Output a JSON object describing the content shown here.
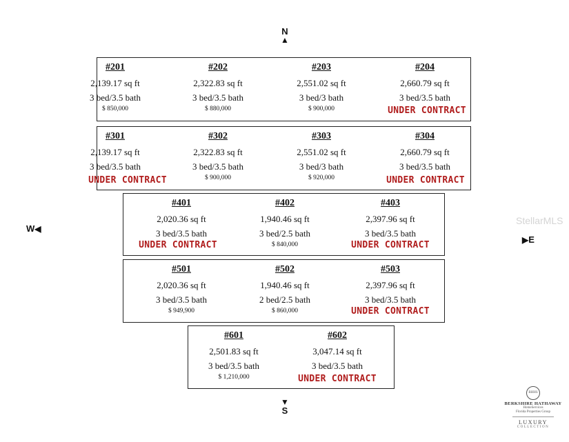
{
  "compass": {
    "north": "N",
    "south": "S",
    "west": "W",
    "east": "E",
    "arrow_n": "▲",
    "arrow_s": "▼",
    "arrow_w": "◀",
    "arrow_e": "▶"
  },
  "watermark": "StellarMLS",
  "logo": {
    "seal": "BHHS",
    "name": "BERKSHIRE HATHAWAY",
    "sub1": "HomeServices",
    "sub2": "Florida Properties Group",
    "luxury": "LUXURY",
    "collection": "COLLECTION"
  },
  "floors": [
    {
      "units": [
        {
          "num": "#201",
          "sqft": "2,139.17 sq ft",
          "bed": "3 bed/3.5 bath",
          "price": "$ 850,000",
          "status": ""
        },
        {
          "num": "#202",
          "sqft": "2,322.83 sq ft",
          "bed": "3 bed/3.5 bath",
          "price": "$ 880,000",
          "status": ""
        },
        {
          "num": "#203",
          "sqft": "2,551.02 sq ft",
          "bed": "3 bed/3 bath",
          "price": "$ 900,000",
          "status": ""
        },
        {
          "num": "#204",
          "sqft": "2,660.79 sq ft",
          "bed": "3 bed/3.5 bath",
          "price": "",
          "status": "UNDER CONTRACT"
        }
      ]
    },
    {
      "units": [
        {
          "num": "#301",
          "sqft": "2,139.17 sq ft",
          "bed": "3 bed/3.5 bath",
          "price": "",
          "status": "UNDER CONTRACT"
        },
        {
          "num": "#302",
          "sqft": "2,322.83 sq ft",
          "bed": "3 bed/3.5 bath",
          "price": "$ 900,000",
          "status": ""
        },
        {
          "num": "#303",
          "sqft": "2,551.02 sq ft",
          "bed": "3 bed/3 bath",
          "price": "$ 920,000",
          "status": ""
        },
        {
          "num": "#304",
          "sqft": "2,660.79 sq ft",
          "bed": "3 bed/3.5 bath",
          "price": "",
          "status": "UNDER CONTRACT"
        }
      ]
    },
    {
      "units": [
        {
          "num": "#401",
          "sqft": "2,020.36 sq ft",
          "bed": "3 bed/3.5 bath",
          "price": "",
          "status": "UNDER CONTRACT"
        },
        {
          "num": "#402",
          "sqft": "1,940.46 sq ft",
          "bed": "3 bed/2.5 bath",
          "price": "$ 840,000",
          "status": ""
        },
        {
          "num": "#403",
          "sqft": "2,397.96 sq ft",
          "bed": "3 bed/3.5 bath",
          "price": "",
          "status": "UNDER CONTRACT"
        }
      ]
    },
    {
      "units": [
        {
          "num": "#501",
          "sqft": "2,020.36 sq ft",
          "bed": "3 bed/3.5 bath",
          "price": "$ 949,900",
          "status": ""
        },
        {
          "num": "#502",
          "sqft": "1,940.46 sq ft",
          "bed": "2 bed/2.5 bath",
          "price": "$ 860,000",
          "status": ""
        },
        {
          "num": "#503",
          "sqft": "2,397.96 sq ft",
          "bed": "3 bed/3.5 bath",
          "price": "",
          "status": "UNDER CONTRACT"
        }
      ]
    },
    {
      "units": [
        {
          "num": "#601",
          "sqft": "2,501.83 sq ft",
          "bed": "3 bed/3.5 bath",
          "price": "$ 1,210,000",
          "status": ""
        },
        {
          "num": "#602",
          "sqft": "3,047.14 sq ft",
          "bed": "3 bed/3.5 bath",
          "price": "",
          "status": "UNDER CONTRACT"
        }
      ]
    }
  ]
}
